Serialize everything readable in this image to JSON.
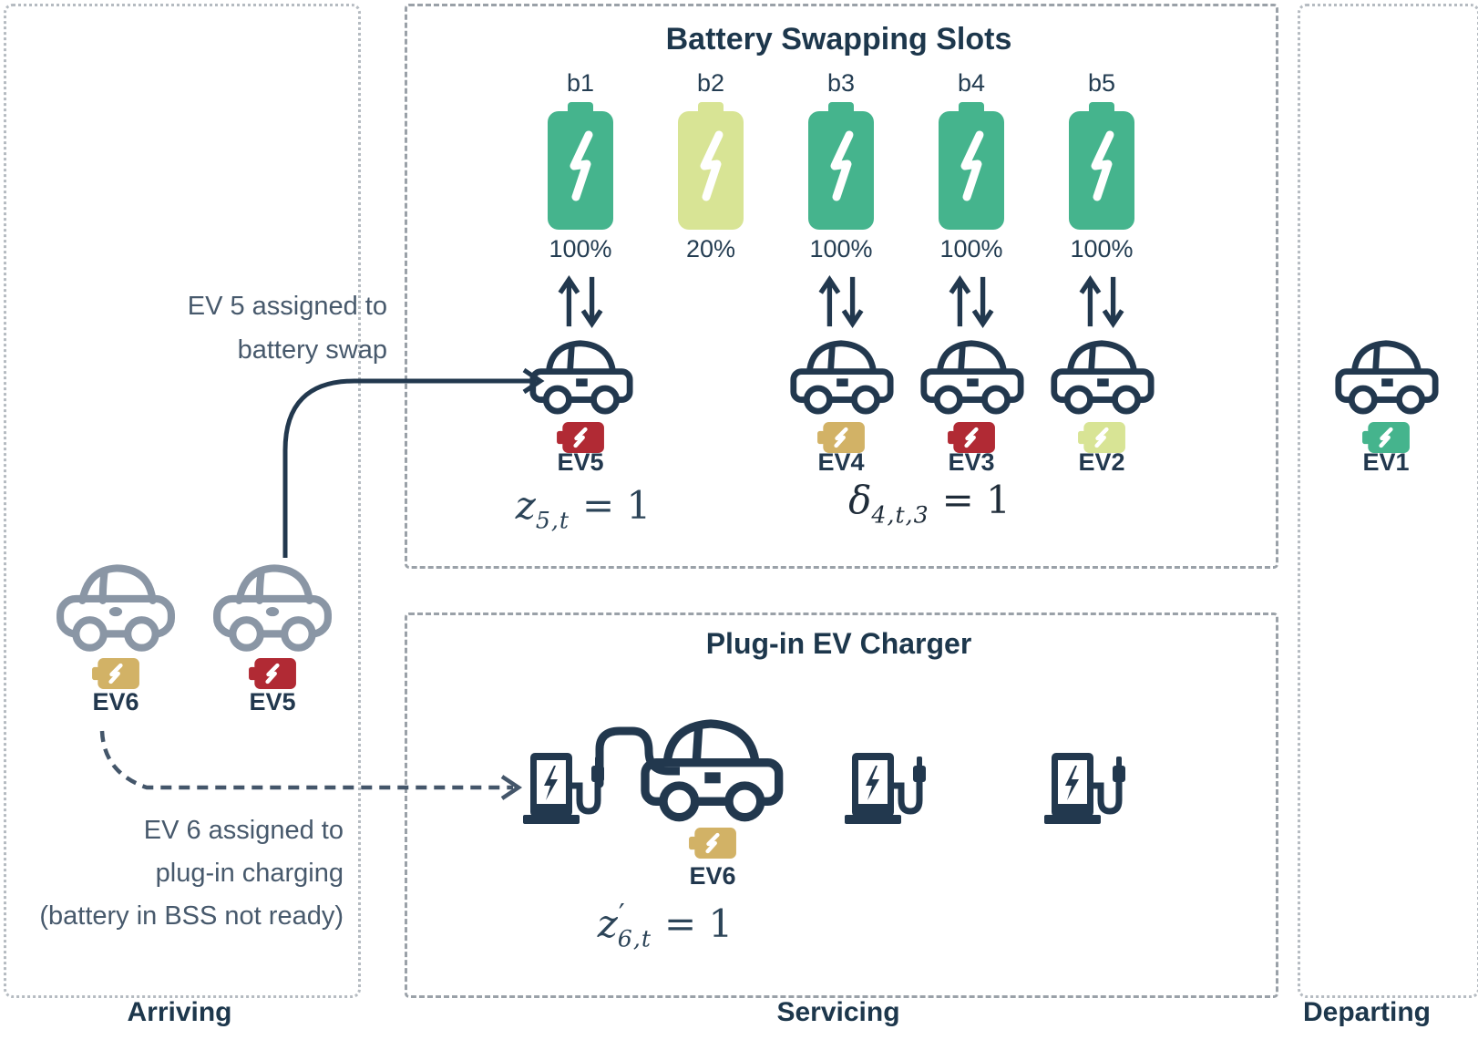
{
  "colors": {
    "navy": "#22384e",
    "heading": "#1d374c",
    "note_slate": "#47596c",
    "arriving_car_gray": "#8a96a5",
    "battery_full_green": "#45b48d",
    "battery_low_green": "#d8e495",
    "battery_gold": "#d2b266",
    "battery_red": "#b12a34",
    "border_dotted_gray": "#b5bbc1",
    "border_dashed_gray": "#9aa1a8"
  },
  "icons": {
    "slot_battery": "battery-icon",
    "ev_state_battery": "battery-status-icon",
    "swap": "swap-arrows-icon",
    "service_car": "car-icon",
    "arriving_car": "car-icon",
    "charging_station": "charging-station-icon",
    "cable": "charging-cable-icon",
    "solid_assignment": "arrow-right-icon",
    "dashed_assignment": "dashed-arrow-right-icon"
  },
  "lanes": {
    "arriving": "Arriving",
    "servicing": "Servicing",
    "departing": "Departing"
  },
  "bss": {
    "title": "Battery Swapping Slots",
    "slots": [
      {
        "label": "b1",
        "soc": "100%",
        "level": "full"
      },
      {
        "label": "b2",
        "soc": "20%",
        "level": "low"
      },
      {
        "label": "b3",
        "soc": "100%",
        "level": "full"
      },
      {
        "label": "b4",
        "soc": "100%",
        "level": "full"
      },
      {
        "label": "b5",
        "soc": "100%",
        "level": "full"
      }
    ],
    "cars": [
      {
        "label": "EV5",
        "battery": "red"
      },
      {
        "label": "EV4",
        "battery": "gold"
      },
      {
        "label": "EV3",
        "battery": "red"
      },
      {
        "label": "EV2",
        "battery": "light"
      }
    ],
    "swap_formula": {
      "var": "z",
      "sub": "5,t",
      "rhs": "= 1"
    },
    "delta_formula": {
      "var": "δ",
      "sub": "4,t,3",
      "rhs": "= 1"
    }
  },
  "charger_area": {
    "title": "Plug-in EV Charger",
    "car": {
      "label": "EV6",
      "battery": "gold"
    },
    "formula": {
      "var": "z",
      "prime": "′",
      "sub": "6,t",
      "rhs": "= 1"
    }
  },
  "arriving_area": {
    "cars": [
      {
        "label": "EV6",
        "battery": "gold"
      },
      {
        "label": "EV5",
        "battery": "red"
      }
    ],
    "note_swap": {
      "line1": "EV 5 assigned to",
      "line2": "battery swap"
    },
    "note_charge": {
      "line1": "EV 6 assigned to",
      "line2": "plug-in charging",
      "line3": "(battery in BSS not ready)"
    }
  },
  "departing_area": {
    "car": {
      "label": "EV1",
      "battery": "green"
    }
  }
}
